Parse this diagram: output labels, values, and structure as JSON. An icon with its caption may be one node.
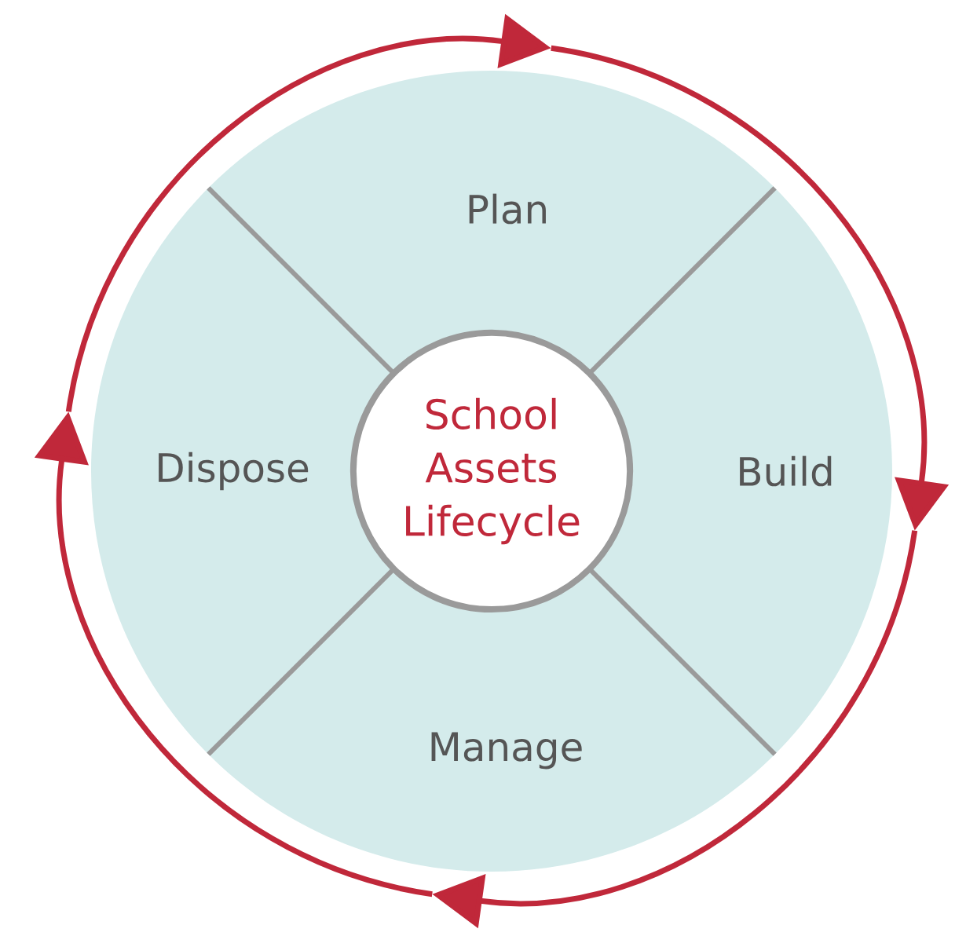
{
  "diagram": {
    "nodes": [
      {
        "text": [
          "Plan"
        ]
      },
      {
        "text": [
          "Build"
        ]
      },
      {
        "text": [
          "Manage"
        ]
      },
      {
        "text": [
          "Dispose"
        ]
      },
      {
        "text": [
          "School Assets Lifecycle"
        ]
      }
    ],
    "edges": [
      {
        "from": 0,
        "to": 1,
        "arrow": "to"
      },
      {
        "from": 1,
        "to": 2,
        "arrow": "to"
      },
      {
        "from": 2,
        "to": 3,
        "arrow": "to"
      },
      {
        "from": 3,
        "to": 0,
        "arrow": "to"
      }
    ]
  }
}
